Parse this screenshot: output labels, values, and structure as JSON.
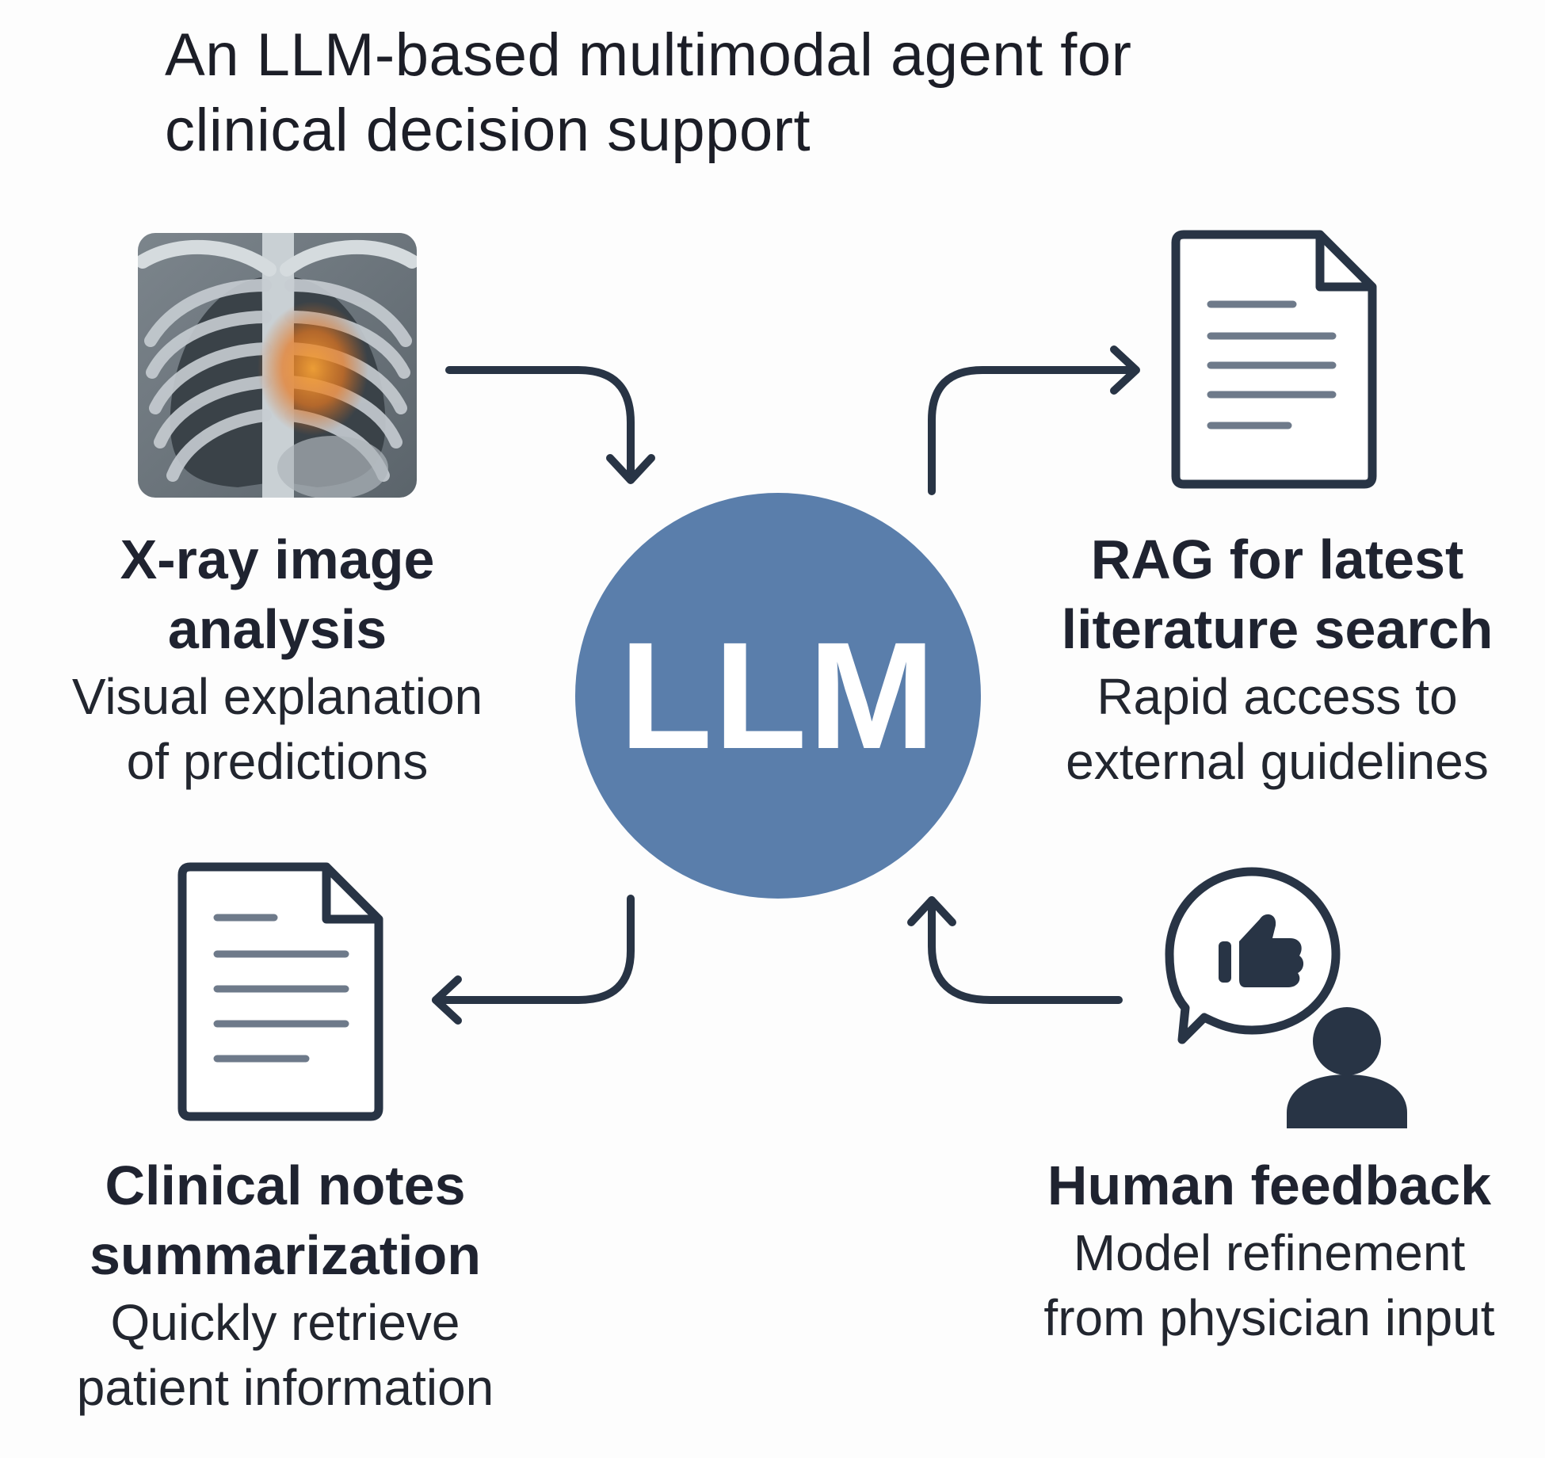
{
  "title": {
    "line1": "An LLM-based multimodal agent for",
    "line2": "clinical decision support"
  },
  "center": {
    "label": "LLM"
  },
  "nodes": {
    "xray": {
      "title_line1": "X-ray image",
      "title_line2": "analysis",
      "desc_line1": "Visual explanation",
      "desc_line2": "of predictions"
    },
    "rag": {
      "title_line1": "RAG for latest",
      "title_line2": "literature search",
      "desc_line1": "Rapid access to",
      "desc_line2": "external guidelines"
    },
    "notes": {
      "title_line1": "Clinical notes",
      "title_line2": "summarization",
      "desc_line1": "Quickly retrieve",
      "desc_line2": "patient information"
    },
    "feedback": {
      "title_line1": "Human feedback",
      "desc_line1": "Model refinement",
      "desc_line2": "from physician input"
    }
  },
  "colors": {
    "circle": "#5a7eab",
    "icon_stroke": "#283445",
    "doc_lines": "#6e7a8a",
    "highlight": "#f08a24"
  },
  "icons": [
    "chest-xray-image",
    "document-icon",
    "thumbs-up-icon",
    "speech-bubble-icon",
    "person-icon"
  ]
}
